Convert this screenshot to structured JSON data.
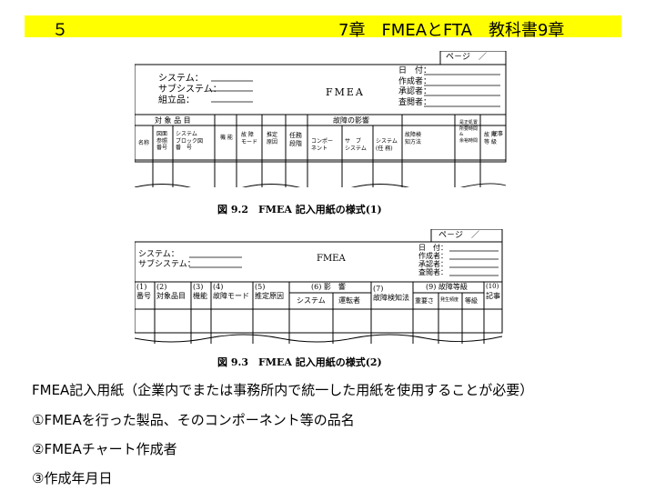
{
  "header": {
    "number": "５",
    "title": "7章　FMEAとFTA　教科書9章",
    "bg_color": "#ffff00"
  },
  "form1": {
    "page_label": "ペ－ジ　／",
    "system_label": "システム：",
    "subsystem_label": "サブシステム：",
    "assembly_label": "組立品：",
    "title": "FMEA",
    "date_label": "日　付：",
    "creator_label": "作成者：",
    "approver_label": "承認者：",
    "reviewer_label": "査閲者：",
    "group_target": "対 象 品 目",
    "group_effect": "故障の影響",
    "col_name": "名称",
    "col_drawing": "図面\n参照\n番号",
    "col_block": "システム\nブロック図\n番　号",
    "col_function": "機 能",
    "col_mode": "故 障\nモード",
    "col_cause": "推定\n原因",
    "col_phase": "任務\n段階",
    "col_component": "コンポー\nネント",
    "col_subsystem": "サ　ブ\nシステム",
    "col_system": "システム\n(任 務)",
    "col_detection": "故障検\n知方法",
    "col_time": "是正処置\n所要時間\n&\n余裕時間",
    "col_severity": "故 障\n等 級",
    "col_remarks": "記事",
    "caption": "図 9.2　FMEA 記入用紙の様式(1)"
  },
  "form2": {
    "page_label": "ペ－ジ　／",
    "system_label": "システム：",
    "subsystem_label": "サブシステム：",
    "title": "FMEA",
    "date_label": "日　付：",
    "creator_label": "作成者：",
    "approver_label": "承認者：",
    "reviewer_label": "査閲者：",
    "c1_num": "(1)",
    "c1": "番号",
    "c2_num": "(2)",
    "c2": "対象品目",
    "c3_num": "(3)",
    "c3": "機能",
    "c4_num": "(4)",
    "c4": "故障モード",
    "c5_num": "(5)",
    "c5": "推定原因",
    "c6_group": "(6) 影　響",
    "c6a": "システム",
    "c6b": "運転者",
    "c7_num": "(7)",
    "c7": "故障検知法",
    "c9_group": "(9) 故障等級",
    "c9a": "重要さ",
    "c9b": "発生頻度",
    "c9c": "等級",
    "c10_num": "(10)",
    "c10": "記事",
    "caption": "図 9.3　FMEA 記入用紙の様式(2)"
  },
  "body": [
    "FMEA記入用紙（企業内でまたは事務所内で統一した用紙を使用することが必要）",
    "①FMEAを行った製品、そのコンポーネント等の品名",
    "②FMEAチャート作成者",
    "③作成年月日"
  ]
}
